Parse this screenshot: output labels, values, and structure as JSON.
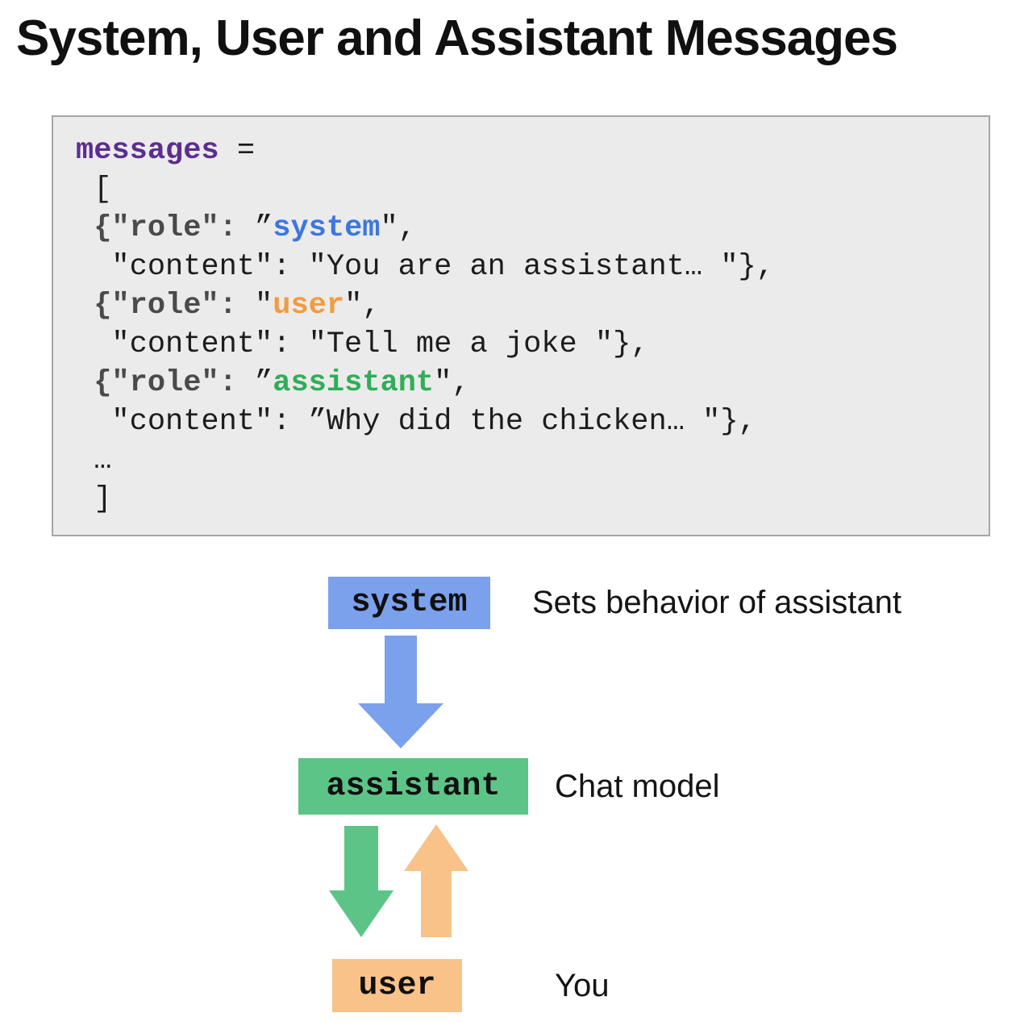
{
  "title": "System, User and Assistant Messages",
  "colors": {
    "code_bg": "#ebebeb",
    "code_border": "#a6a6a6",
    "purple": "#5c2d90",
    "key_gray": "#4a4a4a",
    "plain": "#1c1c1c",
    "blue": "#3d77dd",
    "orange": "#f39b40",
    "green": "#2fae57",
    "box_blue": "#7ba1ec",
    "box_green": "#5dc487",
    "box_orange": "#f8c289"
  },
  "code": {
    "lines": [
      {
        "segments": [
          {
            "t": "messages",
            "c": "kw"
          },
          {
            "t": " =",
            "c": "plain"
          }
        ]
      },
      {
        "segments": [
          {
            "t": " [",
            "c": "plain"
          }
        ]
      },
      {
        "segments": [
          {
            "t": " {\"role\": ",
            "c": "key"
          },
          {
            "t": "”",
            "c": "plain"
          },
          {
            "t": "system",
            "c": "blue"
          },
          {
            "t": "\",",
            "c": "plain"
          }
        ]
      },
      {
        "segments": [
          {
            "t": "  \"content\": \"You are an assistant… \"},",
            "c": "plain"
          }
        ]
      },
      {
        "segments": [
          {
            "t": " {\"role\": ",
            "c": "key"
          },
          {
            "t": "\"",
            "c": "plain"
          },
          {
            "t": "user",
            "c": "orange"
          },
          {
            "t": "\",",
            "c": "plain"
          }
        ]
      },
      {
        "segments": [
          {
            "t": "  \"content\": \"Tell me a joke \"},",
            "c": "plain"
          }
        ]
      },
      {
        "segments": [
          {
            "t": " {\"role\": ",
            "c": "key"
          },
          {
            "t": "”",
            "c": "plain"
          },
          {
            "t": "assistant",
            "c": "green"
          },
          {
            "t": "\",",
            "c": "plain"
          }
        ]
      },
      {
        "segments": [
          {
            "t": "  \"content\": ”Why did the chicken… \"},",
            "c": "plain"
          }
        ]
      },
      {
        "segments": [
          {
            "t": " …",
            "c": "plain"
          }
        ]
      },
      {
        "segments": [
          {
            "t": " ]",
            "c": "plain"
          }
        ]
      }
    ]
  },
  "diagram": {
    "nodes": [
      {
        "id": "system",
        "label": "system",
        "annotation": "Sets behavior of assistant",
        "color_ref": "box_blue"
      },
      {
        "id": "assistant",
        "label": "assistant",
        "annotation": "Chat model",
        "color_ref": "box_green"
      },
      {
        "id": "user",
        "label": "user",
        "annotation": "You",
        "color_ref": "box_orange"
      }
    ],
    "arrows": [
      {
        "from": "system",
        "to": "assistant",
        "direction": "down",
        "color_ref": "box_blue"
      },
      {
        "from": "assistant",
        "to": "user",
        "direction": "down",
        "color_ref": "box_green"
      },
      {
        "from": "user",
        "to": "assistant",
        "direction": "up",
        "color_ref": "box_orange"
      }
    ]
  }
}
